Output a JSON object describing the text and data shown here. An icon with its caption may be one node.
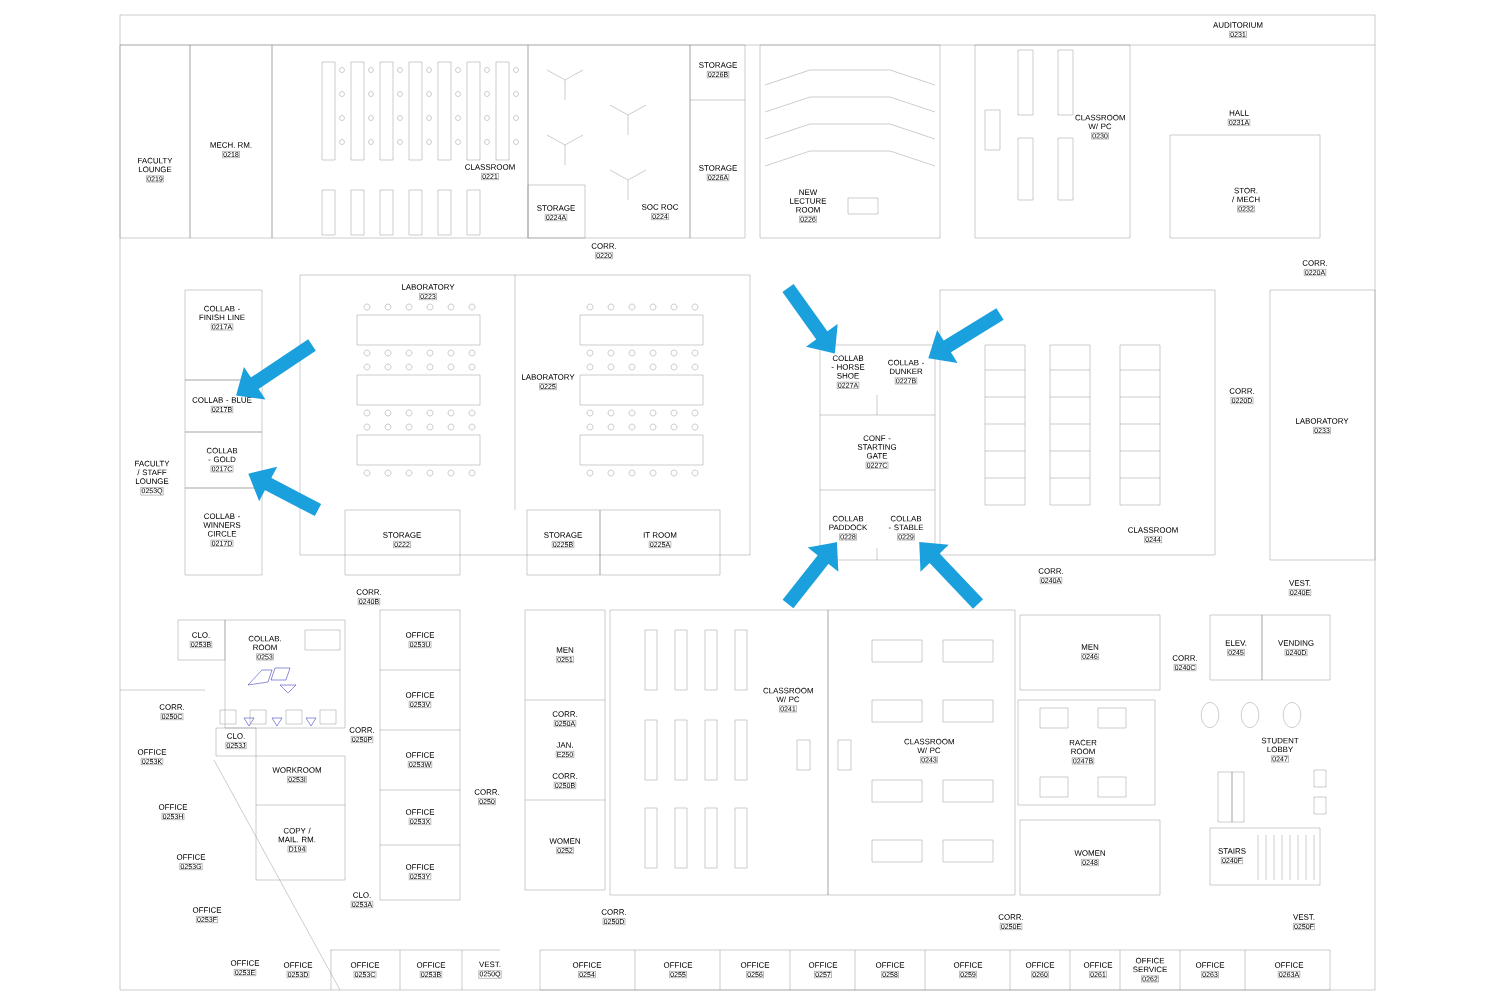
{
  "diagram": {
    "nodes": [
      {
        "text": [
          "FACULTY LOUNGE",
          "0219"
        ]
      },
      {
        "text": [
          "MECH. RM.",
          "0218"
        ]
      },
      {
        "text": [
          "CLASSROOM",
          "0221"
        ]
      },
      {
        "text": [
          "STORAGE",
          "0224A"
        ]
      },
      {
        "text": [
          "SOC ROC",
          "0224"
        ]
      },
      {
        "text": [
          "STORAGE",
          "0226B"
        ]
      },
      {
        "text": [
          "STORAGE",
          "0226A"
        ]
      },
      {
        "text": [
          "NEW LECTURE ROOM",
          "0226"
        ]
      },
      {
        "text": [
          "CLASSROOM W/ PC",
          "0230"
        ]
      },
      {
        "text": [
          "AUDITORIUM",
          "0231"
        ]
      },
      {
        "text": [
          "HALL",
          "0231A"
        ]
      },
      {
        "text": [
          "STOR. / MECH",
          "0232"
        ]
      },
      {
        "text": [
          "CORR.",
          "0220"
        ]
      },
      {
        "text": [
          "CORR.",
          "0220A"
        ]
      },
      {
        "text": [
          "COLLAB - FINISH LINE",
          "0217A"
        ]
      },
      {
        "text": [
          "LABORATORY",
          "0223"
        ]
      },
      {
        "text": [
          "LABORATORY",
          "0225"
        ]
      },
      {
        "text": [
          "COLLAB - HORSE SHOE",
          "0227A"
        ]
      },
      {
        "text": [
          "COLLAB - DUNKER",
          "0227B"
        ]
      },
      {
        "text": [
          "CORR.",
          "0220D"
        ]
      },
      {
        "text": [
          "COLLAB - BLUE",
          "0217B"
        ]
      },
      {
        "text": [
          "LABORATORY",
          "0233"
        ]
      },
      {
        "text": [
          "CONF - STARTING GATE",
          "0227C"
        ]
      },
      {
        "text": [
          "COLLAB - GOLD",
          "0217C"
        ]
      },
      {
        "text": [
          "FACULTY / STAFF LOUNGE",
          "0253Q"
        ]
      },
      {
        "text": [
          "STORAGE",
          "0222"
        ]
      },
      {
        "text": [
          "STORAGE",
          "0225B"
        ]
      },
      {
        "text": [
          "IT ROOM",
          "0225A"
        ]
      },
      {
        "text": [
          "COLLAB PADDOCK",
          "0228"
        ]
      },
      {
        "text": [
          "COLLAB - STABLE",
          "0229"
        ]
      },
      {
        "text": [
          "CLASSROOM",
          "0244"
        ]
      },
      {
        "text": [
          "COLLAB - WINNERS CIRCLE",
          "0217D"
        ]
      },
      {
        "text": [
          "CORR.",
          "0240A"
        ]
      },
      {
        "text": [
          "VEST.",
          "0240E"
        ]
      },
      {
        "text": [
          "CORR.",
          "0240B"
        ]
      },
      {
        "text": [
          "CLO.",
          "0253B"
        ]
      },
      {
        "text": [
          "COLLAB. ROOM",
          "0253"
        ]
      },
      {
        "text": [
          "OFFICE",
          "0253U"
        ]
      },
      {
        "text": [
          "MEN",
          "0246"
        ]
      },
      {
        "text": [
          "ELEV.",
          "0245"
        ]
      },
      {
        "text": [
          "VENDING",
          "0240D"
        ]
      },
      {
        "text": [
          "MEN",
          "0251"
        ]
      },
      {
        "text": [
          "CORR.",
          "0240C"
        ]
      },
      {
        "text": [
          "CLASSROOM W/ PC",
          "0241"
        ]
      },
      {
        "text": [
          "OFFICE",
          "0253V"
        ]
      },
      {
        "text": [
          "CORR.",
          "0250C"
        ]
      },
      {
        "text": [
          "CORR.",
          "0250A"
        ]
      },
      {
        "text": [
          "CORR.",
          "0250P"
        ]
      },
      {
        "text": [
          "CLO.",
          "0253J"
        ]
      },
      {
        "text": [
          "RACER ROOM",
          "0247B"
        ]
      },
      {
        "text": [
          "STUDENT LOBBY",
          "0247"
        ]
      },
      {
        "text": [
          "JAN.",
          "E250"
        ]
      },
      {
        "text": [
          "OFFICE",
          "0253K"
        ]
      },
      {
        "text": [
          "CLASSROOM W/ PC",
          "0243"
        ]
      },
      {
        "text": [
          "OFFICE",
          "0253W"
        ]
      },
      {
        "text": [
          "WORKROOM",
          "0253I"
        ]
      },
      {
        "text": [
          "CORR.",
          "0250B"
        ]
      },
      {
        "text": [
          "CORR.",
          "0250"
        ]
      },
      {
        "text": [
          "OFFICE",
          "0253H"
        ]
      },
      {
        "text": [
          "OFFICE",
          "0253X"
        ]
      },
      {
        "text": [
          "COPY / MAIL. RM.",
          "D194"
        ]
      },
      {
        "text": [
          "WOMEN",
          "0252"
        ]
      },
      {
        "text": [
          "STAIRS",
          "0240F"
        ]
      },
      {
        "text": [
          "OFFICE",
          "0253G"
        ]
      },
      {
        "text": [
          "WOMEN",
          "0248"
        ]
      },
      {
        "text": [
          "OFFICE",
          "0253Y"
        ]
      },
      {
        "text": [
          "CLO.",
          "0253A"
        ]
      },
      {
        "text": [
          "OFFICE",
          "0253F"
        ]
      },
      {
        "text": [
          "CORR.",
          "0250D"
        ]
      },
      {
        "text": [
          "CORR.",
          "0250E"
        ]
      },
      {
        "text": [
          "VEST.",
          "0250F"
        ]
      },
      {
        "text": [
          "OFFICE",
          "0253E"
        ]
      },
      {
        "text": [
          "OFFICE",
          "0253D"
        ]
      },
      {
        "text": [
          "OFFICE",
          "0253C"
        ]
      },
      {
        "text": [
          "OFFICE",
          "0253B"
        ]
      },
      {
        "text": [
          "VEST.",
          "0250Q"
        ]
      },
      {
        "text": [
          "OFFICE",
          "0254"
        ]
      },
      {
        "text": [
          "OFFICE",
          "0255"
        ]
      },
      {
        "text": [
          "OFFICE",
          "0256"
        ]
      },
      {
        "text": [
          "OFFICE",
          "0257"
        ]
      },
      {
        "text": [
          "OFFICE",
          "0258"
        ]
      },
      {
        "text": [
          "OFFICE",
          "0259"
        ]
      },
      {
        "text": [
          "OFFICE",
          "0260"
        ]
      },
      {
        "text": [
          "OFFICE",
          "0261"
        ]
      },
      {
        "text": [
          "OFFICE SERVICE",
          "0262"
        ]
      },
      {
        "text": [
          "OFFICE",
          "0263"
        ]
      },
      {
        "text": [
          "OFFICE",
          "0263A"
        ]
      }
    ],
    "edges": [
      {
        "from": null,
        "to": 20,
        "arrow": "to"
      },
      {
        "from": null,
        "to": 23,
        "arrow": "to"
      },
      {
        "from": null,
        "to": 17,
        "arrow": "to"
      },
      {
        "from": null,
        "to": 18,
        "arrow": "to"
      },
      {
        "from": null,
        "to": 28,
        "arrow": "to"
      },
      {
        "from": null,
        "to": 29,
        "arrow": "to"
      }
    ]
  }
}
